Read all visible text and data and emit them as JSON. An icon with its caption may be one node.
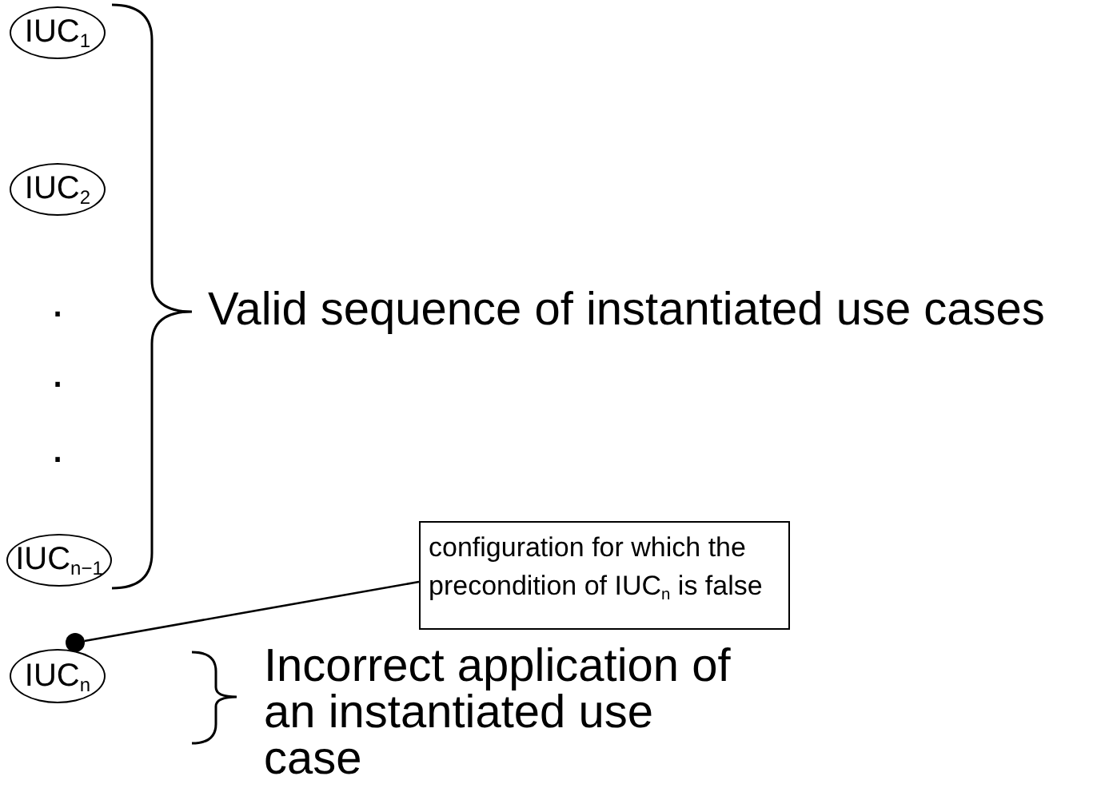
{
  "diagram": {
    "nodes": [
      {
        "text": [
          "IUC$_{1}$"
        ]
      },
      {
        "text": [
          "IUC$_{2}$"
        ]
      },
      {
        "text": [
          "IUC$_{n−1}$"
        ]
      },
      {
        "text": [],
        "shape": "circle"
      },
      {
        "text": [
          "configuration for which the precondition of IUC$_{n}$ is false"
        ]
      },
      {
        "text": [
          "IUC$_{n}$"
        ]
      }
    ],
    "edges": [
      {
        "from": 4,
        "to": 3,
        "arrow": "none"
      }
    ],
    "labels": [
      "Valid sequence of instantiated use cases",
      ".",
      ".",
      ".",
      "Incorrect application of an instantiated use case"
    ]
  }
}
